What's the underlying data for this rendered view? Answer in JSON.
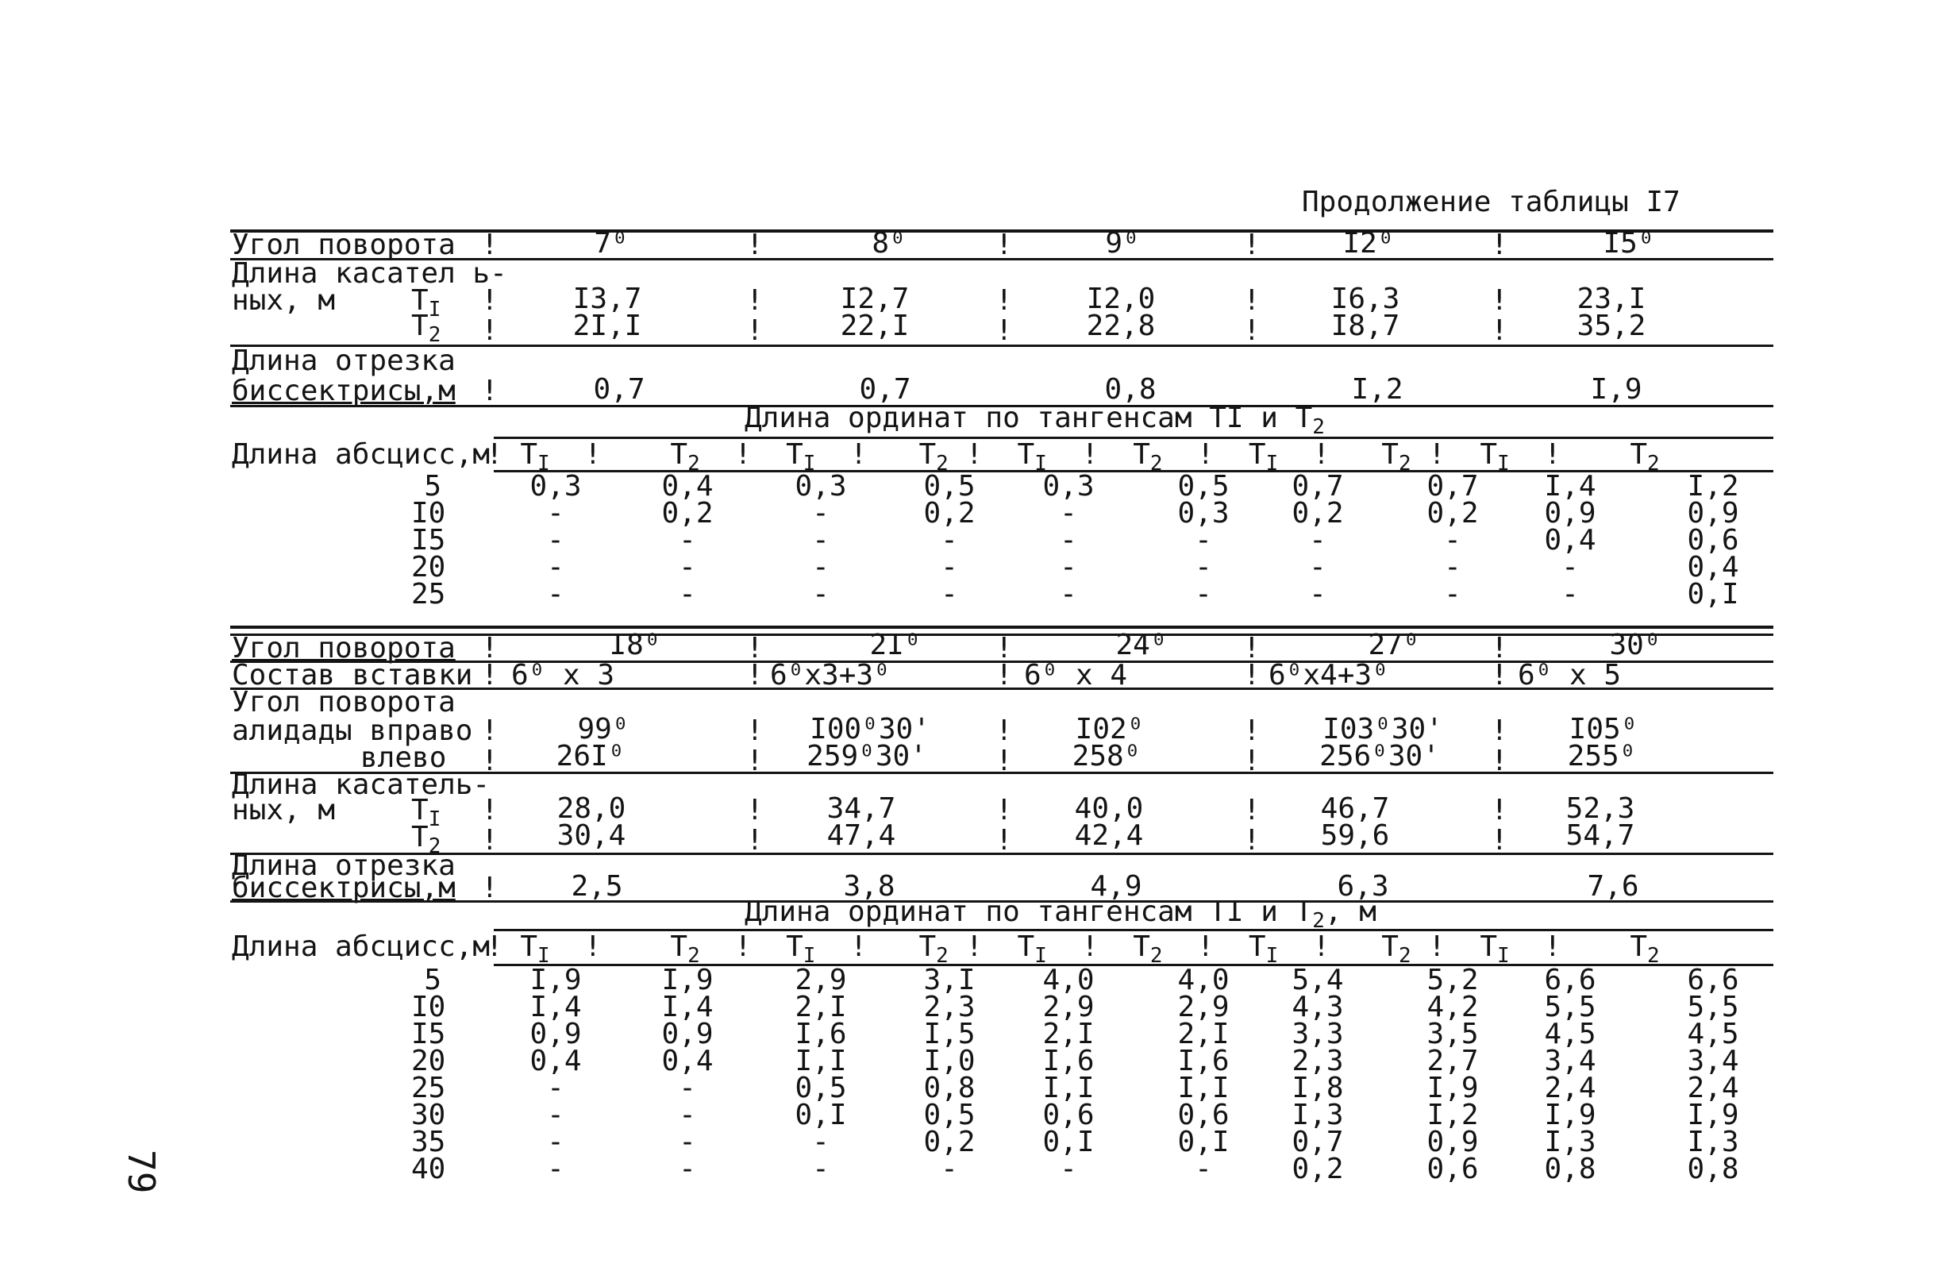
{
  "caption": "Продолжение таблицы I7",
  "page_number": "79",
  "labels": {
    "angle": "Угол поворота",
    "tangent_len_1": "Длина касател ь-",
    "tangent_len_2": "ных, м",
    "tangent_len2_1": "Длина касатель-",
    "tangent_len2_2": "ных, м",
    "t1": "T",
    "t1_sub": "I",
    "t2": "T",
    "t2_sub": "2",
    "bisector_1": "Длина отрезка",
    "bisector_2": "биссектрисы,м",
    "ordinates_1": "Длина ординат по тангенсам TI и T",
    "ordinates_1_sub": "2",
    "ordinates_2": "Длина ординат по тангенсам TI и T",
    "ordinates_2_sub": "2",
    "ordinates_2_tail": ", м",
    "abscissa": "Длина абсцисс,м",
    "insert": "Состав вставки",
    "alidade_1": "Угол поворота",
    "alidade_2": "алидады вправо",
    "alidade_3": "влево",
    "sep": "!"
  },
  "table1": {
    "angles": [
      "7⁰",
      "8⁰",
      "9⁰",
      "I2⁰",
      "I5⁰"
    ],
    "T1": [
      "I3,7",
      "I2,7",
      "I2,0",
      "I6,3",
      "23,I"
    ],
    "T2": [
      "2I,I",
      "22,I",
      "22,8",
      "I8,7",
      "35,2"
    ],
    "bisector": [
      "0,7",
      "0,7",
      "0,8",
      "I,2",
      "I,9"
    ],
    "abscissas": [
      "5",
      "I0",
      "I5",
      "20",
      "25"
    ],
    "ord": [
      [
        "0,3",
        "-",
        "-",
        "-",
        "-"
      ],
      [
        "0,4",
        "0,2",
        "-",
        "-",
        "-"
      ],
      [
        "0,3",
        "-",
        "-",
        "-",
        "-"
      ],
      [
        "0,5",
        "0,2",
        "-",
        "-",
        "-"
      ],
      [
        "0,3",
        "-",
        "-",
        "-",
        "-"
      ],
      [
        "0,5",
        "0,3",
        "-",
        "-",
        "-"
      ],
      [
        "0,7",
        "0,2",
        "-",
        "-",
        "-"
      ],
      [
        "0,7",
        "0,2",
        "-",
        "-",
        "-"
      ],
      [
        "I,4",
        "0,9",
        "0,4",
        "-",
        "-"
      ],
      [
        "I,2",
        "0,9",
        "0,6",
        "0,4",
        "0,I"
      ]
    ]
  },
  "table2": {
    "angles": [
      "I8⁰",
      "2I⁰",
      "24⁰",
      "27⁰",
      "30⁰"
    ],
    "insert": [
      "6⁰ x 3",
      "6⁰x3+3⁰",
      "6⁰ x 4",
      "6⁰x4+3⁰",
      "6⁰ x 5"
    ],
    "right": [
      "99⁰",
      "I00⁰30'",
      "I02⁰",
      "I03⁰30'",
      "I05⁰"
    ],
    "left": [
      "26I⁰",
      "259⁰30'",
      "258⁰",
      "256⁰30'",
      "255⁰"
    ],
    "T1": [
      "28,0",
      "34,7",
      "40,0",
      "46,7",
      "52,3"
    ],
    "T2": [
      "30,4",
      "47,4",
      "42,4",
      "59,6",
      "54,7"
    ],
    "bisector": [
      "2,5",
      "3,8",
      "4,9",
      "6,3",
      "7,6"
    ],
    "abscissas": [
      "5",
      "I0",
      "I5",
      "20",
      "25",
      "30",
      "35",
      "40"
    ],
    "ord": [
      [
        "I,9",
        "I,4",
        "0,9",
        "0,4",
        "-",
        "-",
        "-",
        "-"
      ],
      [
        "I,9",
        "I,4",
        "0,9",
        "0,4",
        "-",
        "-",
        "-",
        "-"
      ],
      [
        "2,9",
        "2,I",
        "I,6",
        "I,I",
        "0,5",
        "0,I",
        "-",
        "-"
      ],
      [
        "3,I",
        "2,3",
        "I,5",
        "I,0",
        "0,8",
        "0,5",
        "0,2",
        "-"
      ],
      [
        "4,0",
        "2,9",
        "2,I",
        "I,6",
        "I,I",
        "0,6",
        "0,I",
        "-"
      ],
      [
        "4,0",
        "2,9",
        "2,I",
        "I,6",
        "I,I",
        "0,6",
        "0,I",
        "-"
      ],
      [
        "5,4",
        "4,3",
        "3,3",
        "2,3",
        "I,8",
        "I,3",
        "0,7",
        "0,2"
      ],
      [
        "5,2",
        "4,2",
        "3,5",
        "2,7",
        "I,9",
        "I,2",
        "0,9",
        "0,6"
      ],
      [
        "6,6",
        "5,5",
        "4,5",
        "3,4",
        "2,4",
        "I,9",
        "I,3",
        "0,8"
      ],
      [
        "6,6",
        "5,5",
        "4,5",
        "3,4",
        "2,4",
        "I,9",
        "I,3",
        "0,8"
      ]
    ]
  }
}
